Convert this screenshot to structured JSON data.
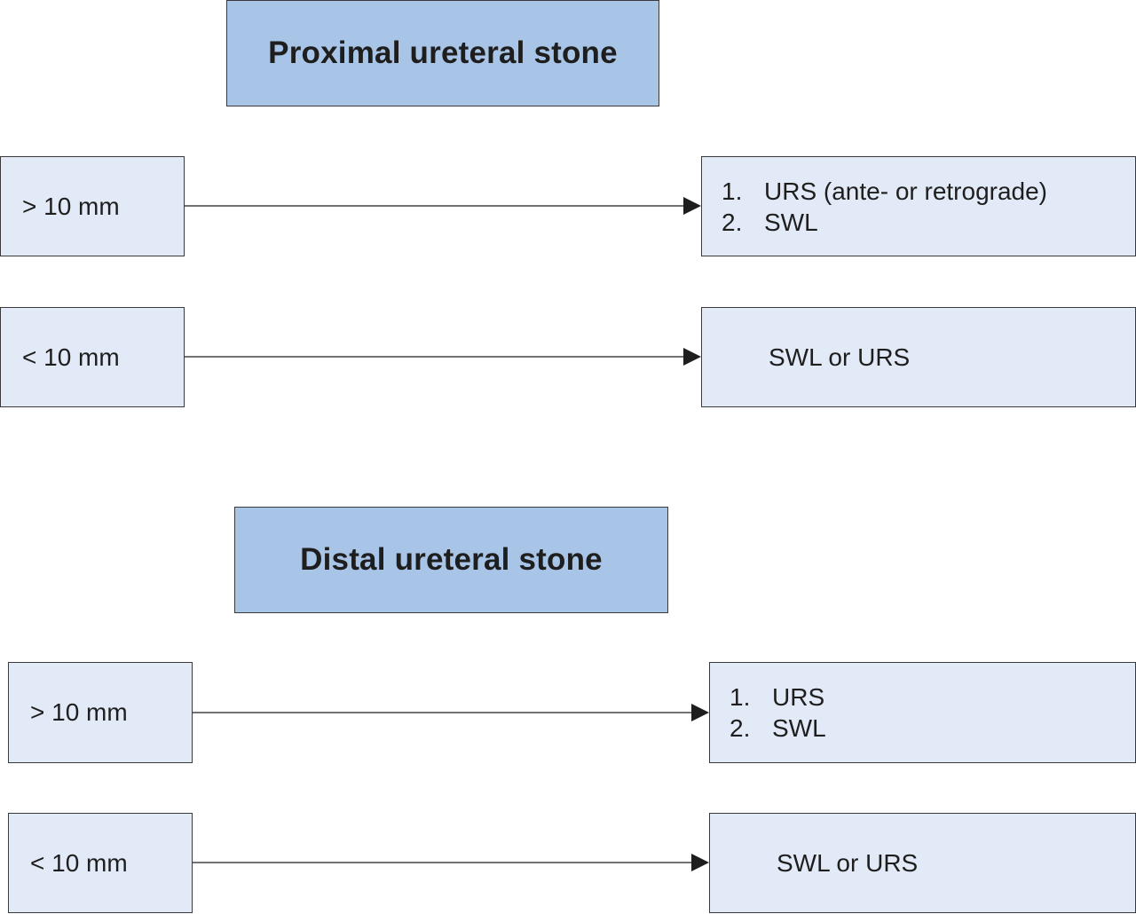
{
  "sections": [
    {
      "title": "Proximal ureteral stone",
      "rows": [
        {
          "size": "> 10 mm",
          "options": [
            {
              "num": "1.",
              "text": "URS (ante- or retrograde)"
            },
            {
              "num": "2.",
              "text": "SWL"
            }
          ]
        },
        {
          "size": "< 10 mm",
          "result": "SWL or URS"
        }
      ]
    },
    {
      "title": "Distal ureteral stone",
      "rows": [
        {
          "size": "> 10 mm",
          "options": [
            {
              "num": "1.",
              "text": "URS"
            },
            {
              "num": "2.",
              "text": "SWL"
            }
          ]
        },
        {
          "size": "< 10 mm",
          "result": "SWL or URS"
        }
      ]
    }
  ],
  "colors": {
    "header_fill": "#a8c4e6",
    "box_fill": "#e3eaf7",
    "border": "#3a3a3a",
    "arrow": "#1e1e1e"
  }
}
